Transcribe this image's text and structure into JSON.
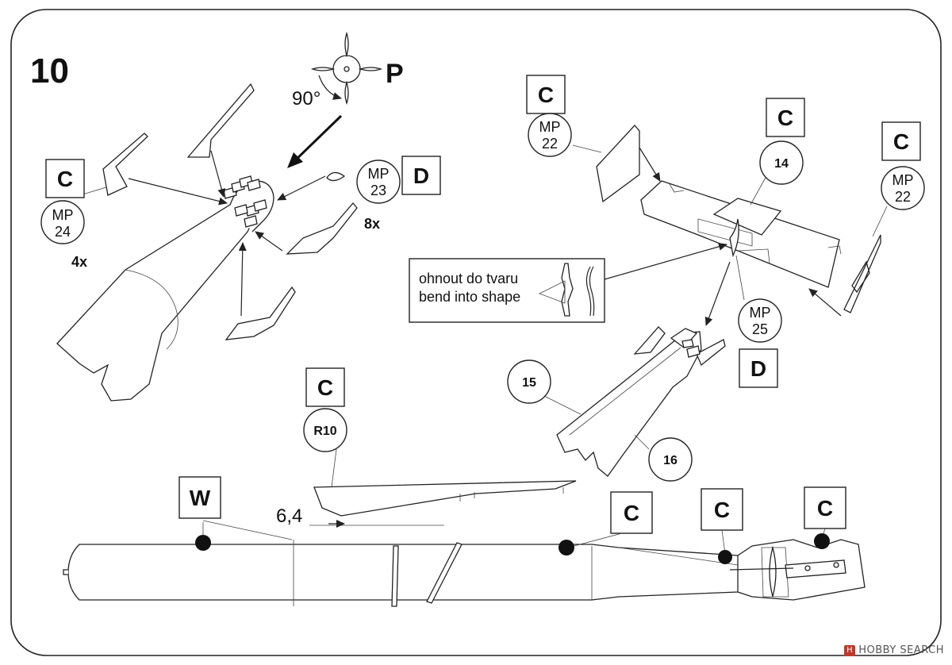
{
  "step": {
    "number": "10"
  },
  "propeller": {
    "letter": "P",
    "angle": "90°"
  },
  "left_group": {
    "label_c": "C",
    "mp24": {
      "top": "MP",
      "bottom": "24"
    },
    "qty_4x": "4x",
    "mp23": {
      "top": "MP",
      "bottom": "23"
    },
    "label_d": "D",
    "qty_8x": "8x"
  },
  "right_group": {
    "label_c_mp22_left": "C",
    "mp22_left": {
      "top": "MP",
      "bottom": "22"
    },
    "label_c_14": "C",
    "part_14": "14",
    "label_c_mp22_right": "C",
    "mp22_right": {
      "top": "MP",
      "bottom": "22"
    },
    "mp25": {
      "top": "MP",
      "bottom": "25"
    },
    "label_d": "D",
    "part_15": "15",
    "part_16": "16"
  },
  "callout": {
    "line1": "ohnout do tvaru",
    "line2": "bend into shape"
  },
  "bottom_group": {
    "label_c_r10": "C",
    "part_r10": "R10",
    "dimension": "6,4",
    "label_w": "W",
    "label_c_mid": "C",
    "label_c_tail1": "C",
    "label_c_tail2": "C"
  },
  "watermark": {
    "logo": "H",
    "text": "HOBBY SEARCH"
  },
  "colors": {
    "ink": "#111111",
    "paper": "#ffffff"
  }
}
